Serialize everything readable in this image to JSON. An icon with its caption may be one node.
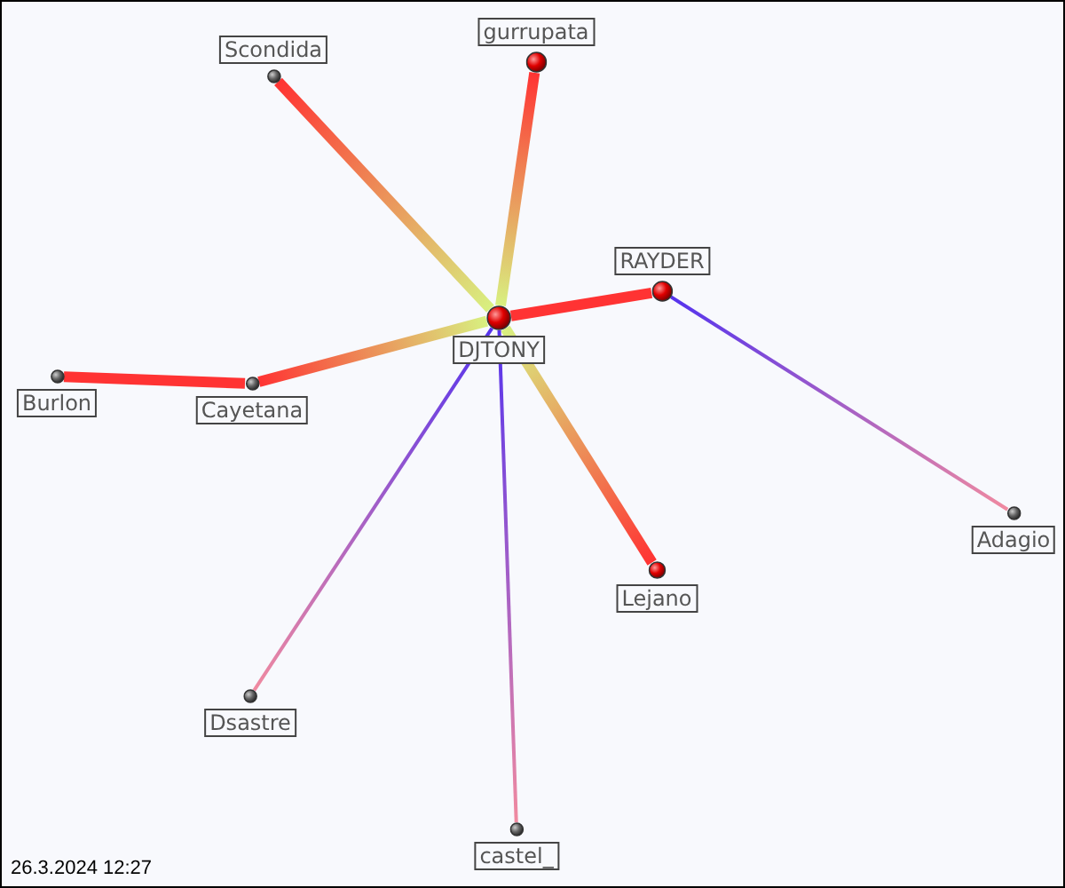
{
  "diagram": {
    "nodes": [
      {
        "text": [
          "DJTONY"
        ]
      },
      {
        "text": [
          "Scondida"
        ]
      },
      {
        "text": [
          "gurrupata"
        ]
      },
      {
        "text": [
          "RAYDER"
        ]
      },
      {
        "text": [
          "Burlon"
        ]
      },
      {
        "text": [
          "Cayetana"
        ]
      },
      {
        "text": [
          "Adagio"
        ]
      },
      {
        "text": [
          "Lejano"
        ]
      },
      {
        "text": [
          "Dsastre"
        ]
      },
      {
        "text": [
          "castel_"
        ]
      }
    ],
    "edges": [
      {
        "from": 0,
        "to": 1,
        "arrow": "none",
        "style": "thick"
      },
      {
        "from": 0,
        "to": 2,
        "arrow": "none",
        "style": "thick"
      },
      {
        "from": 0,
        "to": 3,
        "arrow": "none",
        "style": "thick",
        "color": "#ff3333"
      },
      {
        "from": 0,
        "to": 5,
        "arrow": "none",
        "style": "thick"
      },
      {
        "from": 5,
        "to": 4,
        "arrow": "none",
        "style": "thick",
        "color": "#ff3333"
      },
      {
        "from": 0,
        "to": 7,
        "arrow": "none",
        "style": "thick"
      },
      {
        "from": 0,
        "to": 8,
        "arrow": "none"
      },
      {
        "from": 0,
        "to": 9,
        "arrow": "none"
      },
      {
        "from": 3,
        "to": 6,
        "arrow": "none"
      }
    ],
    "labels": [
      "26.3.2024 12:27"
    ]
  }
}
